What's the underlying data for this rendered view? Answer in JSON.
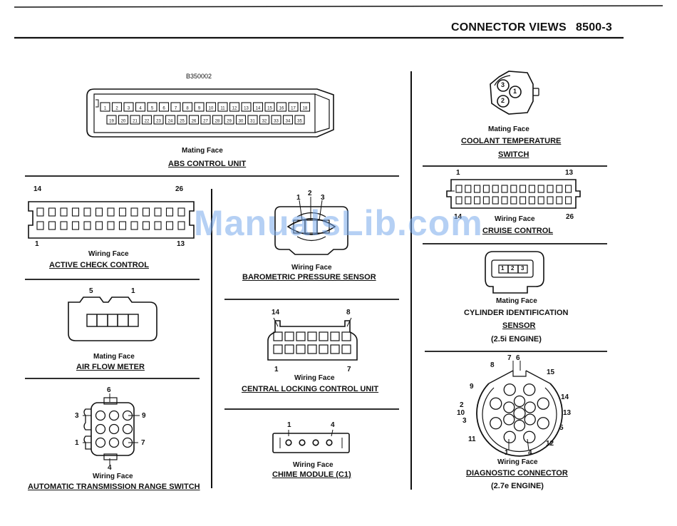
{
  "header": {
    "title": "CONNECTOR VIEWS",
    "page": "8500-3"
  },
  "watermark": "ManualsLib.com",
  "abs": {
    "code": "B350002",
    "face": "Mating Face",
    "title": "ABS CONTROL UNIT",
    "row_top": [
      "1",
      "2",
      "3",
      "4",
      "5",
      "6",
      "7",
      "8",
      "9",
      "10",
      "11",
      "12",
      "13",
      "14",
      "15",
      "16",
      "17",
      "18"
    ],
    "row_bottom": [
      "19",
      "20",
      "21",
      "22",
      "23",
      "24",
      "25",
      "26",
      "27",
      "28",
      "29",
      "30",
      "31",
      "32",
      "33",
      "34",
      "35"
    ]
  },
  "active_check": {
    "pin_tl": "14",
    "pin_tr": "26",
    "pin_bl": "1",
    "pin_br": "13",
    "face": "Wiring Face",
    "title": "ACTIVE CHECK CONTROL"
  },
  "air_flow": {
    "pin_l": "5",
    "pin_r": "1",
    "face": "Mating Face",
    "title": "AIR FLOW METER"
  },
  "trans_range": {
    "pins": [
      "6",
      "3",
      "9",
      "1",
      "7",
      "4"
    ],
    "face": "Wiring Face",
    "title": "AUTOMATIC TRANSMISSION RANGE SWITCH"
  },
  "baro": {
    "pins": [
      "1",
      "2",
      "3"
    ],
    "face": "Wiring Face",
    "title": "BAROMETRIC PRESSURE SENSOR"
  },
  "central_lock": {
    "pin_tl": "14",
    "pin_tr": "8",
    "pin_bl": "1",
    "pin_br": "7",
    "face": "Wiring Face",
    "title": "CENTRAL LOCKING CONTROL UNIT"
  },
  "chime": {
    "pin_l": "1",
    "pin_r": "4",
    "face": "Wiring Face",
    "title": "CHIME MODULE (C1)"
  },
  "coolant": {
    "pins": [
      "3",
      "1",
      "2"
    ],
    "face": "Mating Face",
    "title1": "COOLANT TEMPERATURE",
    "title2": "SWITCH"
  },
  "cruise": {
    "pin_tl": "1",
    "pin_tr": "13",
    "pin_bl": "14",
    "pin_br": "26",
    "face": "Wiring Face",
    "title": "CRUISE CONTROL"
  },
  "cyl_id": {
    "pins": [
      "1",
      "2",
      "3"
    ],
    "face": "Mating Face",
    "title1": "CYLINDER IDENTIFICATION",
    "title2": "SENSOR",
    "title3": "(2.5i ENGINE)"
  },
  "diag": {
    "pins": [
      "7",
      "6",
      "8",
      "15",
      "9",
      "14",
      "2",
      "10",
      "13",
      "3",
      "5",
      "11",
      "12",
      "1",
      "4"
    ],
    "face": "Wiring Face",
    "title": "DIAGNOSTIC CONNECTOR",
    "subtitle": "(2.7e ENGINE)"
  }
}
